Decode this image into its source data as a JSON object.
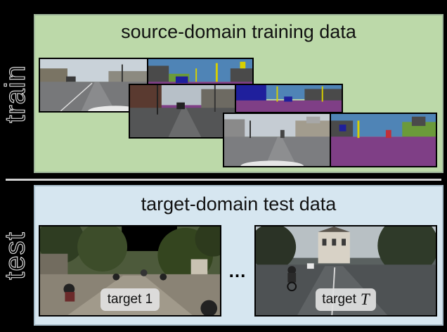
{
  "side_labels": {
    "train": "train",
    "test": "test"
  },
  "source_panel": {
    "title": "source-domain training data"
  },
  "target_panel": {
    "title": "target-domain test data",
    "ellipsis": "...",
    "tags": {
      "first": "target 1",
      "last_prefix": "target",
      "last_variable": "T"
    }
  },
  "colors": {
    "source_panel_fill": "#bcd9a9",
    "target_panel_fill": "#d6e6f0",
    "background": "#000000",
    "seg_road": "#7f3f86",
    "seg_sky": "#4f84b6",
    "seg_building": "#4a4a4a",
    "seg_vegetation": "#6b9a3a",
    "seg_car": "#1f1f9c",
    "seg_pole": "#d8d000"
  }
}
